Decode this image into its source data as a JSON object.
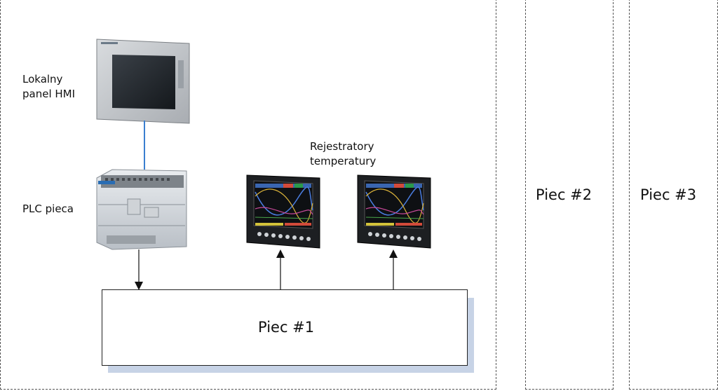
{
  "labels": {
    "hmi_line1": "Lokalny",
    "hmi_line2": "panel HMI",
    "plc": "PLC pieca",
    "recorders_line1": "Rejestratory",
    "recorders_line2": "temperatury",
    "furnace1": "Piec #1",
    "furnace2": "Piec #2",
    "furnace3": "Piec #3"
  },
  "icons": [
    "hmi-panel-icon",
    "plc-module-icon",
    "temperature-recorder-icon"
  ],
  "colors": {
    "connection_line": "#3a7fd0",
    "furnace_shadow": "#c7d3e6",
    "dashed_border": "#555555"
  }
}
